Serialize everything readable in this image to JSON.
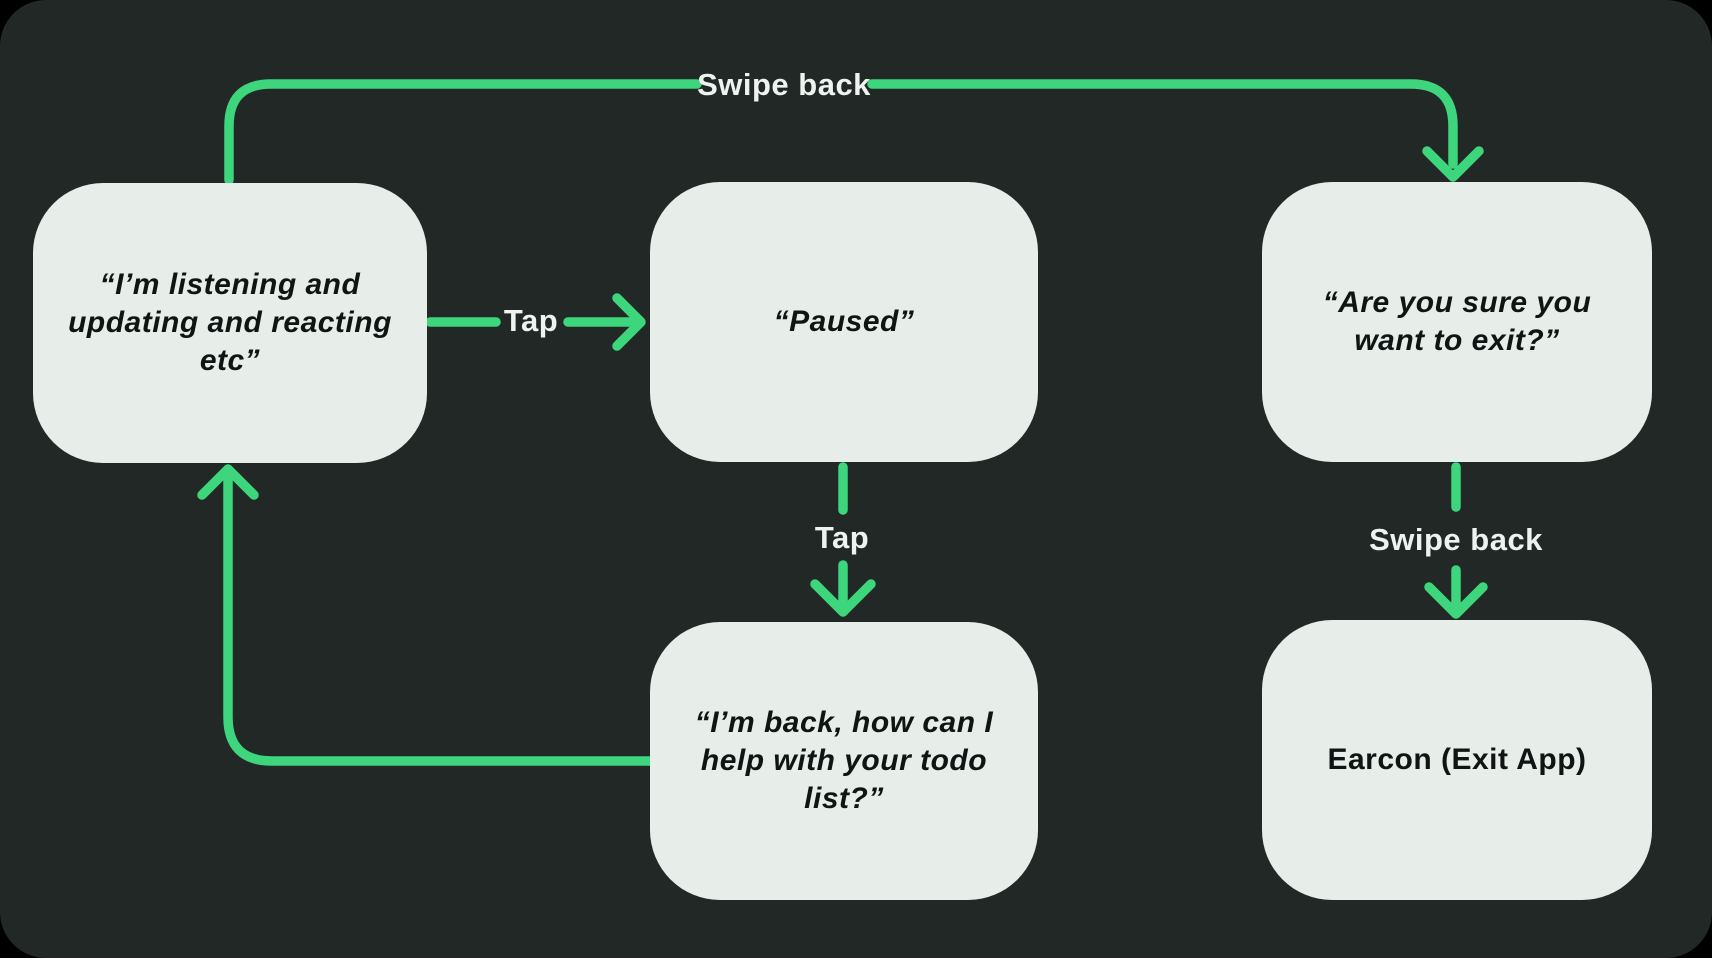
{
  "diagram": {
    "type": "flowchart",
    "colors": {
      "page_background": "#000000",
      "panel_background": "#212826",
      "node_fill": "#e7eeea",
      "node_text": "#101513",
      "arrow": "#3ed67d",
      "edge_label_text": "#eef3f0"
    },
    "nodes": [
      {
        "id": "listening",
        "label": "“I’m listening and updating and reacting etc”"
      },
      {
        "id": "paused",
        "label": "“Paused”"
      },
      {
        "id": "confirm-exit",
        "label": "“Are you sure you want to exit?”"
      },
      {
        "id": "im-back",
        "label": "“I’m back, how can I help with your todo list?”"
      },
      {
        "id": "earcon-exit",
        "label": "Earcon (Exit App)"
      }
    ],
    "edges": [
      {
        "from": "listening",
        "to": "confirm-exit",
        "label": "Swipe back"
      },
      {
        "from": "listening",
        "to": "paused",
        "label": "Tap"
      },
      {
        "from": "paused",
        "to": "im-back",
        "label": "Tap"
      },
      {
        "from": "im-back",
        "to": "listening",
        "label": ""
      },
      {
        "from": "confirm-exit",
        "to": "earcon-exit",
        "label": "Swipe back"
      }
    ]
  }
}
